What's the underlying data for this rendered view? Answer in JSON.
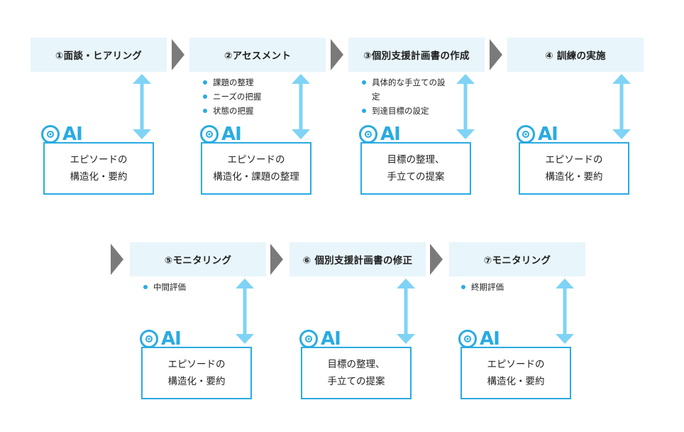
{
  "colors": {
    "accent": "#29abe2",
    "arrow_gray": "#7a7a7a",
    "header_bg": "#e8f5fb",
    "link_arrow": "#7fd3f5"
  },
  "ai_label": "AI",
  "steps": [
    {
      "title": "①面談・ヒアリング",
      "bullets": [],
      "output": [
        "エピソードの",
        "構造化・要約"
      ]
    },
    {
      "title": "②アセスメント",
      "bullets": [
        "課題の整理",
        "ニーズの把握",
        "状態の把握"
      ],
      "output": [
        "エピソードの",
        "構造化・課題の整理"
      ]
    },
    {
      "title": "③個別支援計画書の作成",
      "bullets": [
        "具体的な手立ての設定",
        "到達目標の設定"
      ],
      "output": [
        "目標の整理、",
        "手立ての提案"
      ]
    },
    {
      "title": "④ 訓練の実施",
      "bullets": [],
      "output": [
        "エピソードの",
        "構造化・要約"
      ]
    },
    {
      "title": "⑤モニタリング",
      "bullets": [
        "中間評価"
      ],
      "output": [
        "エピソードの",
        "構造化・要約"
      ]
    },
    {
      "title": "⑥ 個別支援計画書の修正",
      "bullets": [],
      "output": [
        "目標の整理、",
        "手立ての提案"
      ]
    },
    {
      "title": "⑦モニタリング",
      "bullets": [
        "終期評価"
      ],
      "output": [
        "エピソードの",
        "構造化・要約"
      ]
    }
  ]
}
